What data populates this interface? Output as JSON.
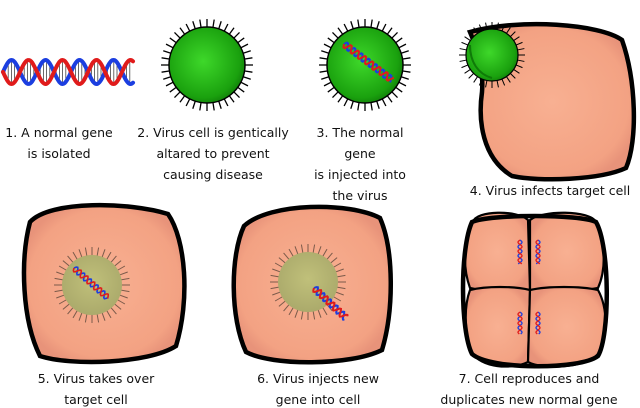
{
  "captions": {
    "step1": "1. A normal gene\nis isolated",
    "step2": "2. Virus cell is gentically\naltared to prevent\ncausing disease",
    "step3": "3. The normal gene\nis injected into\nthe virus",
    "step4": "4. Virus infects target cell",
    "step5": "5. Virus takes over\ntarget cell",
    "step6": "6. Virus injects new\ngene into cell",
    "step7": "7. Cell reproduces and\nduplicates new normal gene"
  },
  "colors": {
    "virus_green": "#22b014",
    "cell_salmon": "#f6a88a",
    "dna_red": "#e01b1b",
    "dna_blue": "#1b3ee0",
    "outline": "#000000"
  },
  "icons": [
    "dna-helix-icon",
    "virus-icon",
    "cell-icon"
  ]
}
